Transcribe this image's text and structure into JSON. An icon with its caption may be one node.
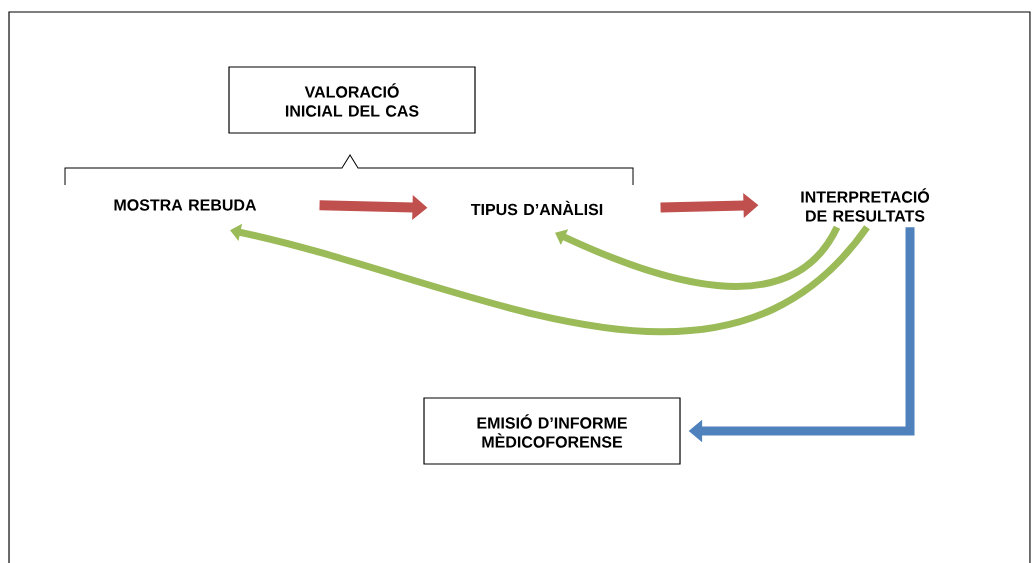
{
  "diagram": {
    "nodes": [
      {
        "text": [
          "VALORACIÓ INICIAL DEL CAS"
        ]
      },
      {
        "text": [
          "MOSTRA REBUDA"
        ]
      },
      {
        "text": [
          "TIPUS D’ANÀLISI"
        ]
      },
      {
        "text": [
          "INTERPRETACIÓ DE RESULTATS"
        ]
      },
      {
        "text": [
          "EMISIÓ D’INFORME MÈDICOFORENSE"
        ]
      }
    ],
    "edges": [
      {
        "from": 1,
        "to": 2,
        "arrow": "to",
        "color": "#c0504d"
      },
      {
        "from": 2,
        "to": 3,
        "arrow": "to",
        "color": "#c0504d"
      },
      {
        "from": 3,
        "to": 2,
        "arrow": "to",
        "color": "#9bbb59"
      },
      {
        "from": 3,
        "to": 1,
        "arrow": "to",
        "color": "#9bbb59"
      },
      {
        "from": 3,
        "to": 4,
        "arrow": "to",
        "color": "#4f81bd"
      }
    ]
  }
}
